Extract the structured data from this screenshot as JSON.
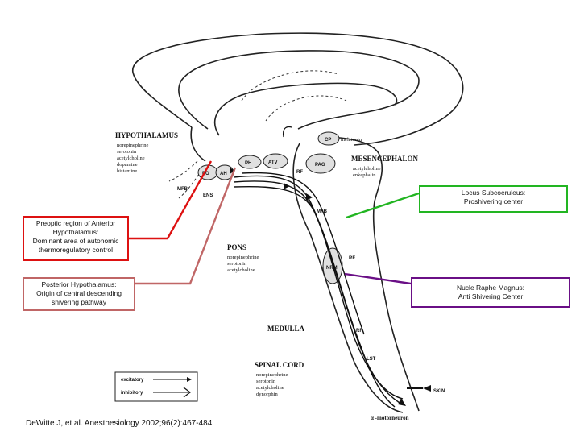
{
  "diagram": {
    "hypothalamus": {
      "title": "HYPOTHALAMUS",
      "items": [
        "norepinephrine",
        "serotonin",
        "acetylcholine",
        "dopamine",
        "histamine"
      ]
    },
    "mesencephalon": {
      "title": "MESENCEPHALON",
      "items": [
        "acetylcholine",
        "enkephalin"
      ]
    },
    "pons": {
      "title": "PONS",
      "items": [
        "norepinephrine",
        "serotonin",
        "acetylcholine"
      ]
    },
    "medulla": {
      "title": "MEDULLA"
    },
    "spinal_cord": {
      "title": "SPINAL CORD",
      "items": [
        "norepinephrine",
        "serotonin",
        "acetylcholine",
        "dynorphin"
      ]
    },
    "region_labels": {
      "cp": "CP",
      "melatonin": "melatonin",
      "po": "PO",
      "ah": "AH",
      "ph": "PH",
      "atv": "ATV",
      "rf1": "RF",
      "pag": "PAG",
      "mfb1": "MFB",
      "ens": "ENS",
      "mfb2": "MFB",
      "rf2": "RF",
      "nrm": "NRM",
      "rf3": "RF",
      "lst": "LST",
      "skin": "SKIN",
      "motorneuron": "α -motorneuron"
    },
    "legend": {
      "excitatory": "excitatory",
      "inhibitory": "inhibitory"
    }
  },
  "callouts": {
    "locus": {
      "lines": [
        "Locus Subcoeruleus:",
        "Proshivering center"
      ],
      "color": "#22b522"
    },
    "preoptic": {
      "lines": [
        "Preoptic region of Anterior",
        "Hypothalamus:",
        "Dominant area of autonomic",
        "thermoregulatory control"
      ],
      "color": "#dd1111"
    },
    "posterior": {
      "lines": [
        "Posterior Hypothalamus:",
        "Origin of central descending",
        "shivering pathway"
      ],
      "color": "#c06666"
    },
    "nucle": {
      "lines": [
        "Nucle Raphe Magnus:",
        "Anti Shivering Center"
      ],
      "color": "#6a0f86"
    }
  },
  "citation": "DeWitte J, et al. Anesthesiology 2002;96(2):467-484"
}
